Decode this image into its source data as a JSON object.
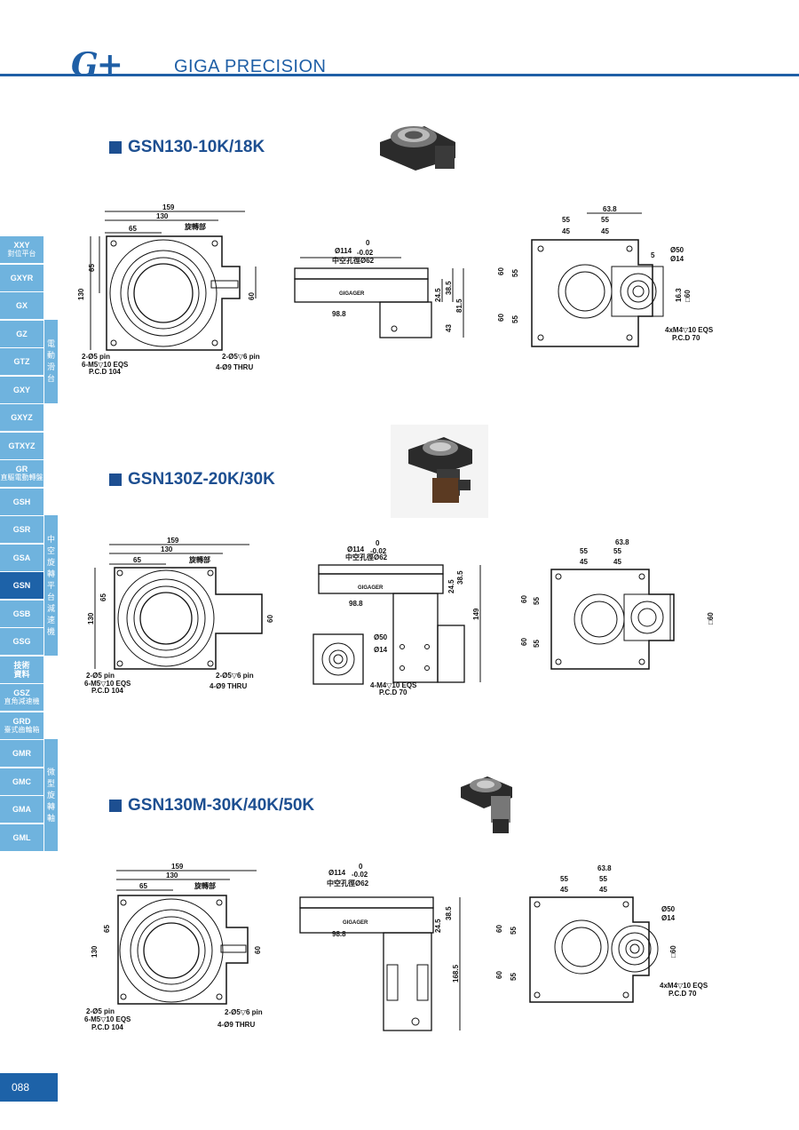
{
  "header": {
    "logo": "G+",
    "brand": "GIGA PRECISION"
  },
  "sidebar": {
    "items": [
      {
        "label": "XXY",
        "sub": "對位平台"
      },
      {
        "label": "GXYR",
        "sub": ""
      },
      {
        "label": "GX",
        "sub": ""
      },
      {
        "label": "GZ",
        "sub": ""
      },
      {
        "label": "GTZ",
        "sub": ""
      },
      {
        "label": "GXY",
        "sub": ""
      },
      {
        "label": "GXYZ",
        "sub": ""
      },
      {
        "label": "GTXYZ",
        "sub": ""
      },
      {
        "label": "GR",
        "sub": "直驅電動轉盤"
      },
      {
        "label": "GSH",
        "sub": ""
      },
      {
        "label": "GSR",
        "sub": ""
      },
      {
        "label": "GSA",
        "sub": ""
      },
      {
        "label": "GSN",
        "sub": ""
      },
      {
        "label": "GSB",
        "sub": ""
      },
      {
        "label": "GSG",
        "sub": ""
      },
      {
        "label": "技術",
        "sub": "資料"
      },
      {
        "label": "GSZ",
        "sub": "直角減速機"
      },
      {
        "label": "GRD",
        "sub": "臺式齒輪箱"
      },
      {
        "label": "GMR",
        "sub": ""
      },
      {
        "label": "GMC",
        "sub": ""
      },
      {
        "label": "GMA",
        "sub": ""
      },
      {
        "label": "GML",
        "sub": ""
      }
    ],
    "groups": [
      "電動滑台",
      "中空旋轉平台減速機",
      "微型旋轉軸"
    ]
  },
  "sections": [
    {
      "title": "GSN130-10K/18K"
    },
    {
      "title": "GSN130Z-20K/30K"
    },
    {
      "title": "GSN130M-30K/40K/50K"
    }
  ],
  "dims": {
    "d159": "159",
    "d130": "130",
    "d65": "65",
    "rot": "旋轉部",
    "v65": "65",
    "v130": "130",
    "v60": "60",
    "pin": "2-Ø5 pin",
    "m5": "6-M5▽10 EQS",
    "pcd104": "P.C.D 104",
    "pin6": "2-Ø5▽6 pin",
    "thru": "4-Ø9 THRU",
    "bore": "Ø114",
    "tol_up": "0",
    "tol_dn": "-0.02",
    "hole": "中空孔徑Ø62",
    "d24": "24.5",
    "d38": "38.5",
    "d81": "81.5",
    "d43": "43",
    "d98": "98.8",
    "d149": "149",
    "d168": "168.5",
    "brand_mark": "GIGAGER",
    "d63": "63.8",
    "d55": "55",
    "d45": "45",
    "d5": "5",
    "o50": "Ø50",
    "o14": "Ø14",
    "d163": "16.3",
    "sq60": "□60",
    "m4": "4xM4▽10 EQS",
    "m4b": "4-M4▽10 EQS",
    "pcd70": "P.C.D 70"
  },
  "footer": {
    "page": "088"
  }
}
